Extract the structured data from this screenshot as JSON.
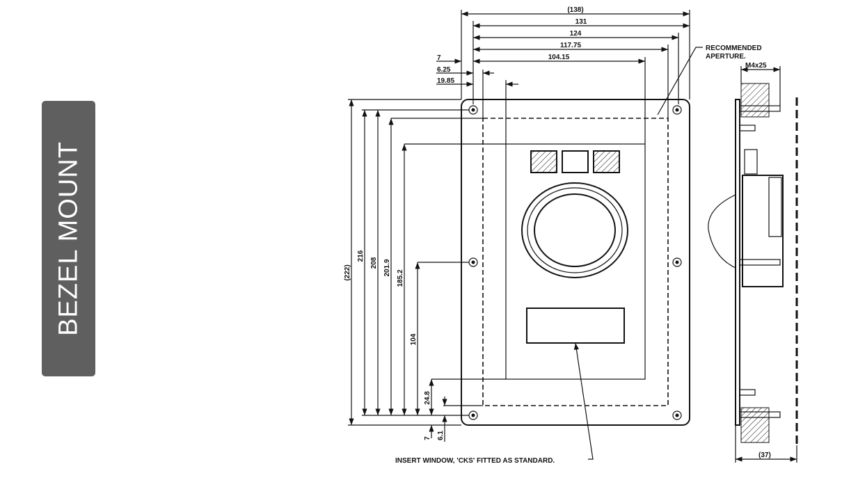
{
  "title": "BEZEL MOUNT",
  "dimensions": {
    "horizontal": [
      "(138)",
      "131",
      "124",
      "117.75",
      "104.15"
    ],
    "horizontal_offsets": [
      "7",
      "6.25",
      "19.85"
    ],
    "vertical": [
      "(222)",
      "216",
      "208",
      "201.9",
      "185.2",
      "104",
      "24.8"
    ],
    "vertical_offsets": [
      "7",
      "6.1"
    ],
    "side_thread": "M4x25",
    "side_depth": "(37)"
  },
  "notes": {
    "aperture": [
      "RECOMMENDED",
      "APERTURE."
    ],
    "insert": "INSERT WINDOW, 'CKS' FITTED AS STANDARD."
  }
}
